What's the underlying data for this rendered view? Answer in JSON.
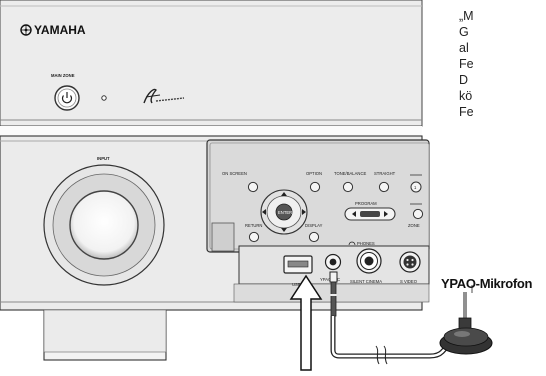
{
  "brand": "YAMAHA",
  "labels": {
    "main_zone": "MAIN ZONE",
    "input": "INPUT",
    "on_screen": "ON SCREEN",
    "option": "OPTION",
    "tone_balance": "TONE/BALANCE",
    "straight": "STRAIGHT",
    "program": "PROGRAM",
    "return": "RETURN",
    "display": "DISPLAY",
    "enter": "ENTER",
    "phones": "PHONES",
    "silent_cinema": "SILENT CINEMA",
    "usb": "USB",
    "ypao_mic": "YPAO MIC",
    "s_video": "S VIDEO",
    "zone": "ZONE"
  },
  "side_text_lines": [
    "„M",
    "G",
    "al",
    "Fe",
    "D",
    "kö",
    "Fe"
  ],
  "mic_label": "YPAO-Mikrofon"
}
